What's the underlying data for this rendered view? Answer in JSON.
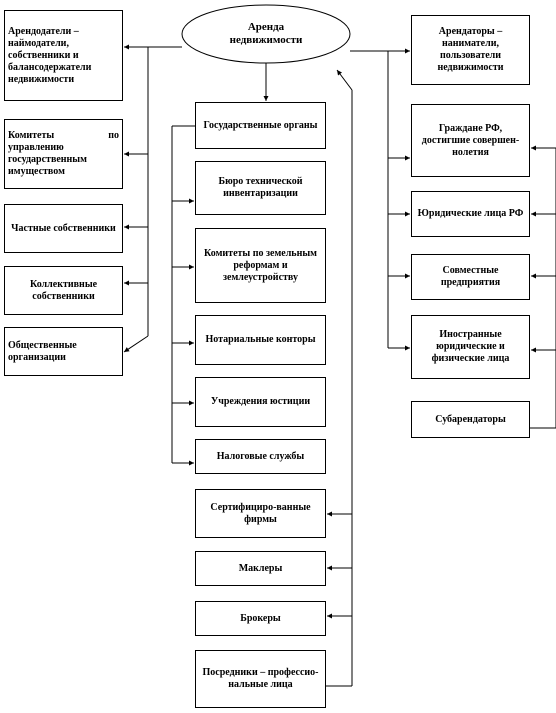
{
  "center": {
    "title": "Аренда\nнедвижимости"
  },
  "left_boxes": [
    "Арендодатели – наймодатели, собственники и балансодержатели недвижимости",
    "Комитеты по управлению государственным имуществом",
    "Частные собственники",
    "Коллективные собственники",
    "Общественные организации"
  ],
  "middle_boxes": [
    "Государственные органы",
    "Бюро технической инвентаризации",
    "Комитеты по земельным реформам и землеустройству",
    "Нотариальные конторы",
    "Учреждения юстиции",
    "Налоговые службы",
    "Сертифициро-ванные фирмы",
    "Маклеры",
    "Брокеры",
    "Посредники – профессио-нальные лица"
  ],
  "right_boxes": [
    "Арендаторы – наниматели, пользователи недвижимости",
    "Граждане РФ, достигшие совершен-нолетия",
    "Юридические лица РФ",
    "Совместные предприятия",
    "Иностранные юридические и физические лица",
    "Субарендаторы"
  ]
}
